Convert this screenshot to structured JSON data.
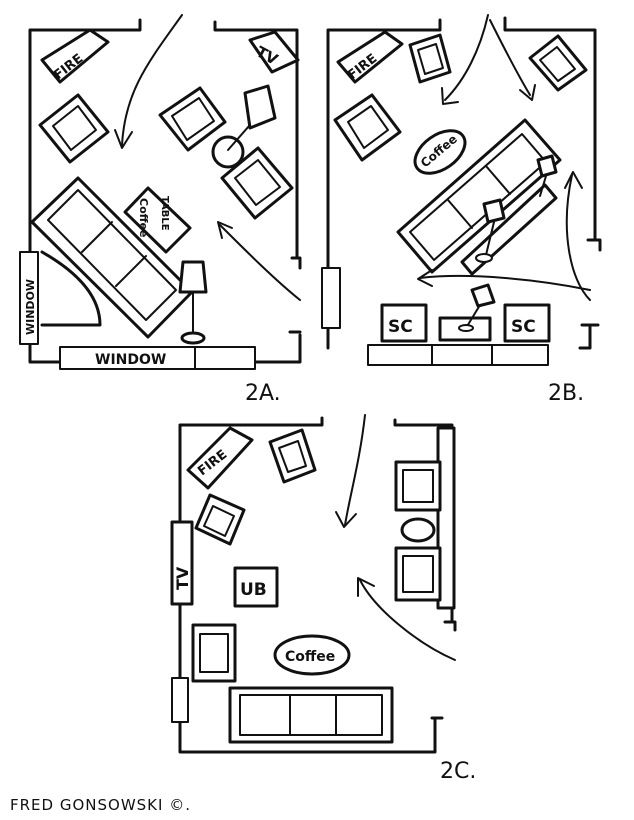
{
  "plans": [
    {
      "id": "2a",
      "caption": "2A.",
      "labels": {
        "fire": "FIRE",
        "tv": "TV",
        "window_bottom": "WINDOW",
        "window_left": "WINDOW",
        "table_line1": "Coffee",
        "table_line2": "TABLE"
      }
    },
    {
      "id": "2b",
      "caption": "2B.",
      "labels": {
        "fire": "FIRE",
        "coffee": "Coffee",
        "chair_left": "SC",
        "chair_right": "SC"
      }
    },
    {
      "id": "2c",
      "caption": "2C.",
      "labels": {
        "fire": "FIRE",
        "tv": "TV",
        "ub": "UB",
        "coffee": "Coffee"
      }
    }
  ],
  "signature": "FRED GONSOWSKI ©."
}
